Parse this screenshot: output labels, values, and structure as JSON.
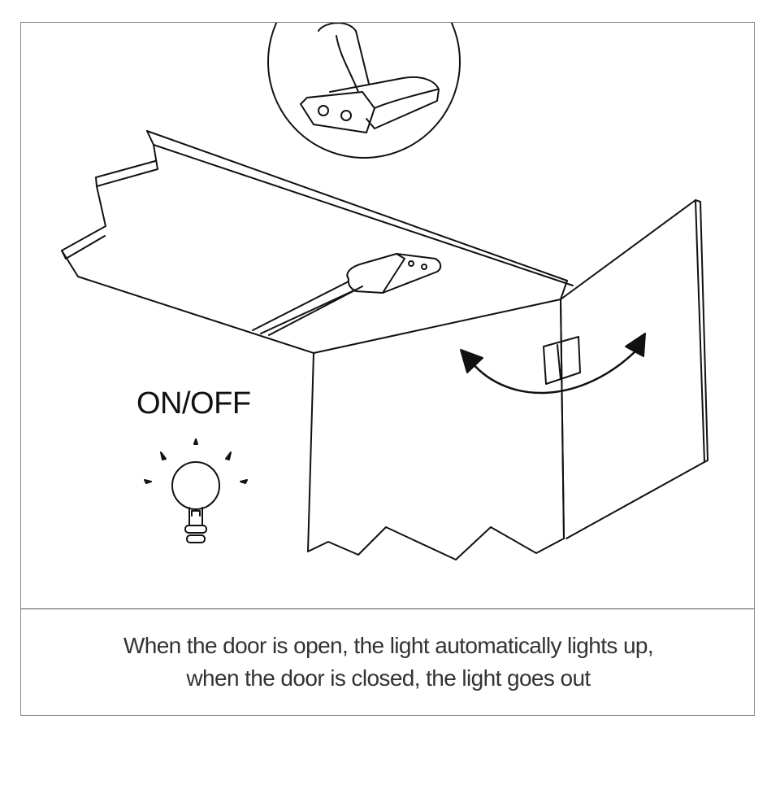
{
  "illustration": {
    "switch_label": "ON/OFF",
    "icons": [
      "cabinet-icon",
      "door-sensor-icon",
      "light-bulb-icon",
      "swing-arrow-icon"
    ]
  },
  "caption": {
    "line1": "When the door is open, the light automatically lights up,",
    "line2": "when the door is closed, the light goes out"
  },
  "colors": {
    "stroke": "#111111",
    "border": "#888888",
    "caption_text": "#333333"
  }
}
